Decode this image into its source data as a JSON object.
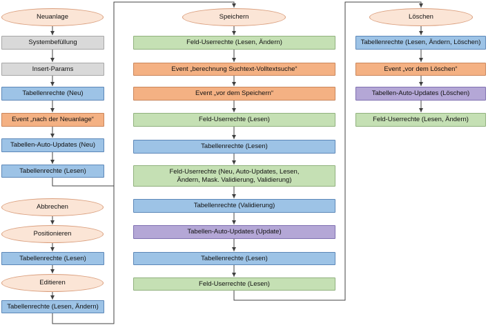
{
  "columns": {
    "neuanlage": {
      "start": "Neuanlage",
      "steps": [
        "Systembefüllung",
        "Insert-Params",
        "Tabellenrechte (Neu)",
        "Event „nach der Neuanlage“",
        "Tabellen-Auto-Updates (Neu)",
        "Tabellenrechte (Lesen)"
      ]
    },
    "abbrechen": {
      "start": "Abbrechen"
    },
    "positionieren": {
      "start": "Positionieren",
      "steps": [
        "Tabellenrechte (Lesen)"
      ]
    },
    "editieren": {
      "start": "Editieren",
      "steps": [
        "Tabellenrechte (Lesen, Ändern)"
      ]
    },
    "speichern": {
      "start": "Speichern",
      "steps": [
        "Feld-Userrechte (Lesen, Ändern)",
        "Event „berechnung Suchtext-Volltextsuche“",
        "Event „vor dem Speichern“",
        "Feld-Userrechte (Lesen)",
        "Tabellenrechte (Lesen)",
        "Feld-Userrechte (Neu, Auto-Updates, Lesen, Ändern, Mask. Validierung, Validierung)",
        "Tabellenrechte (Validierung)",
        "Tabellen-Auto-Updates (Update)",
        "Tabellenrechte (Lesen)",
        "Feld-Userrechte (Lesen)"
      ]
    },
    "loeschen": {
      "start": "Löschen",
      "steps": [
        "Tabellenrechte (Lesen, Ändern, Löschen)",
        "Event „vor dem Löschen“",
        "Tabellen-Auto-Updates (Löschen)",
        "Feld-Userrechte (Lesen, Ändern)"
      ]
    }
  },
  "colors": {
    "start": "#fbe5d6",
    "system": "#d9d9d9",
    "table_rights": "#9dc3e6",
    "event": "#f4b183",
    "field_rights": "#c5e0b4",
    "auto_updates": "#b4a7d6",
    "line": "#404040"
  }
}
